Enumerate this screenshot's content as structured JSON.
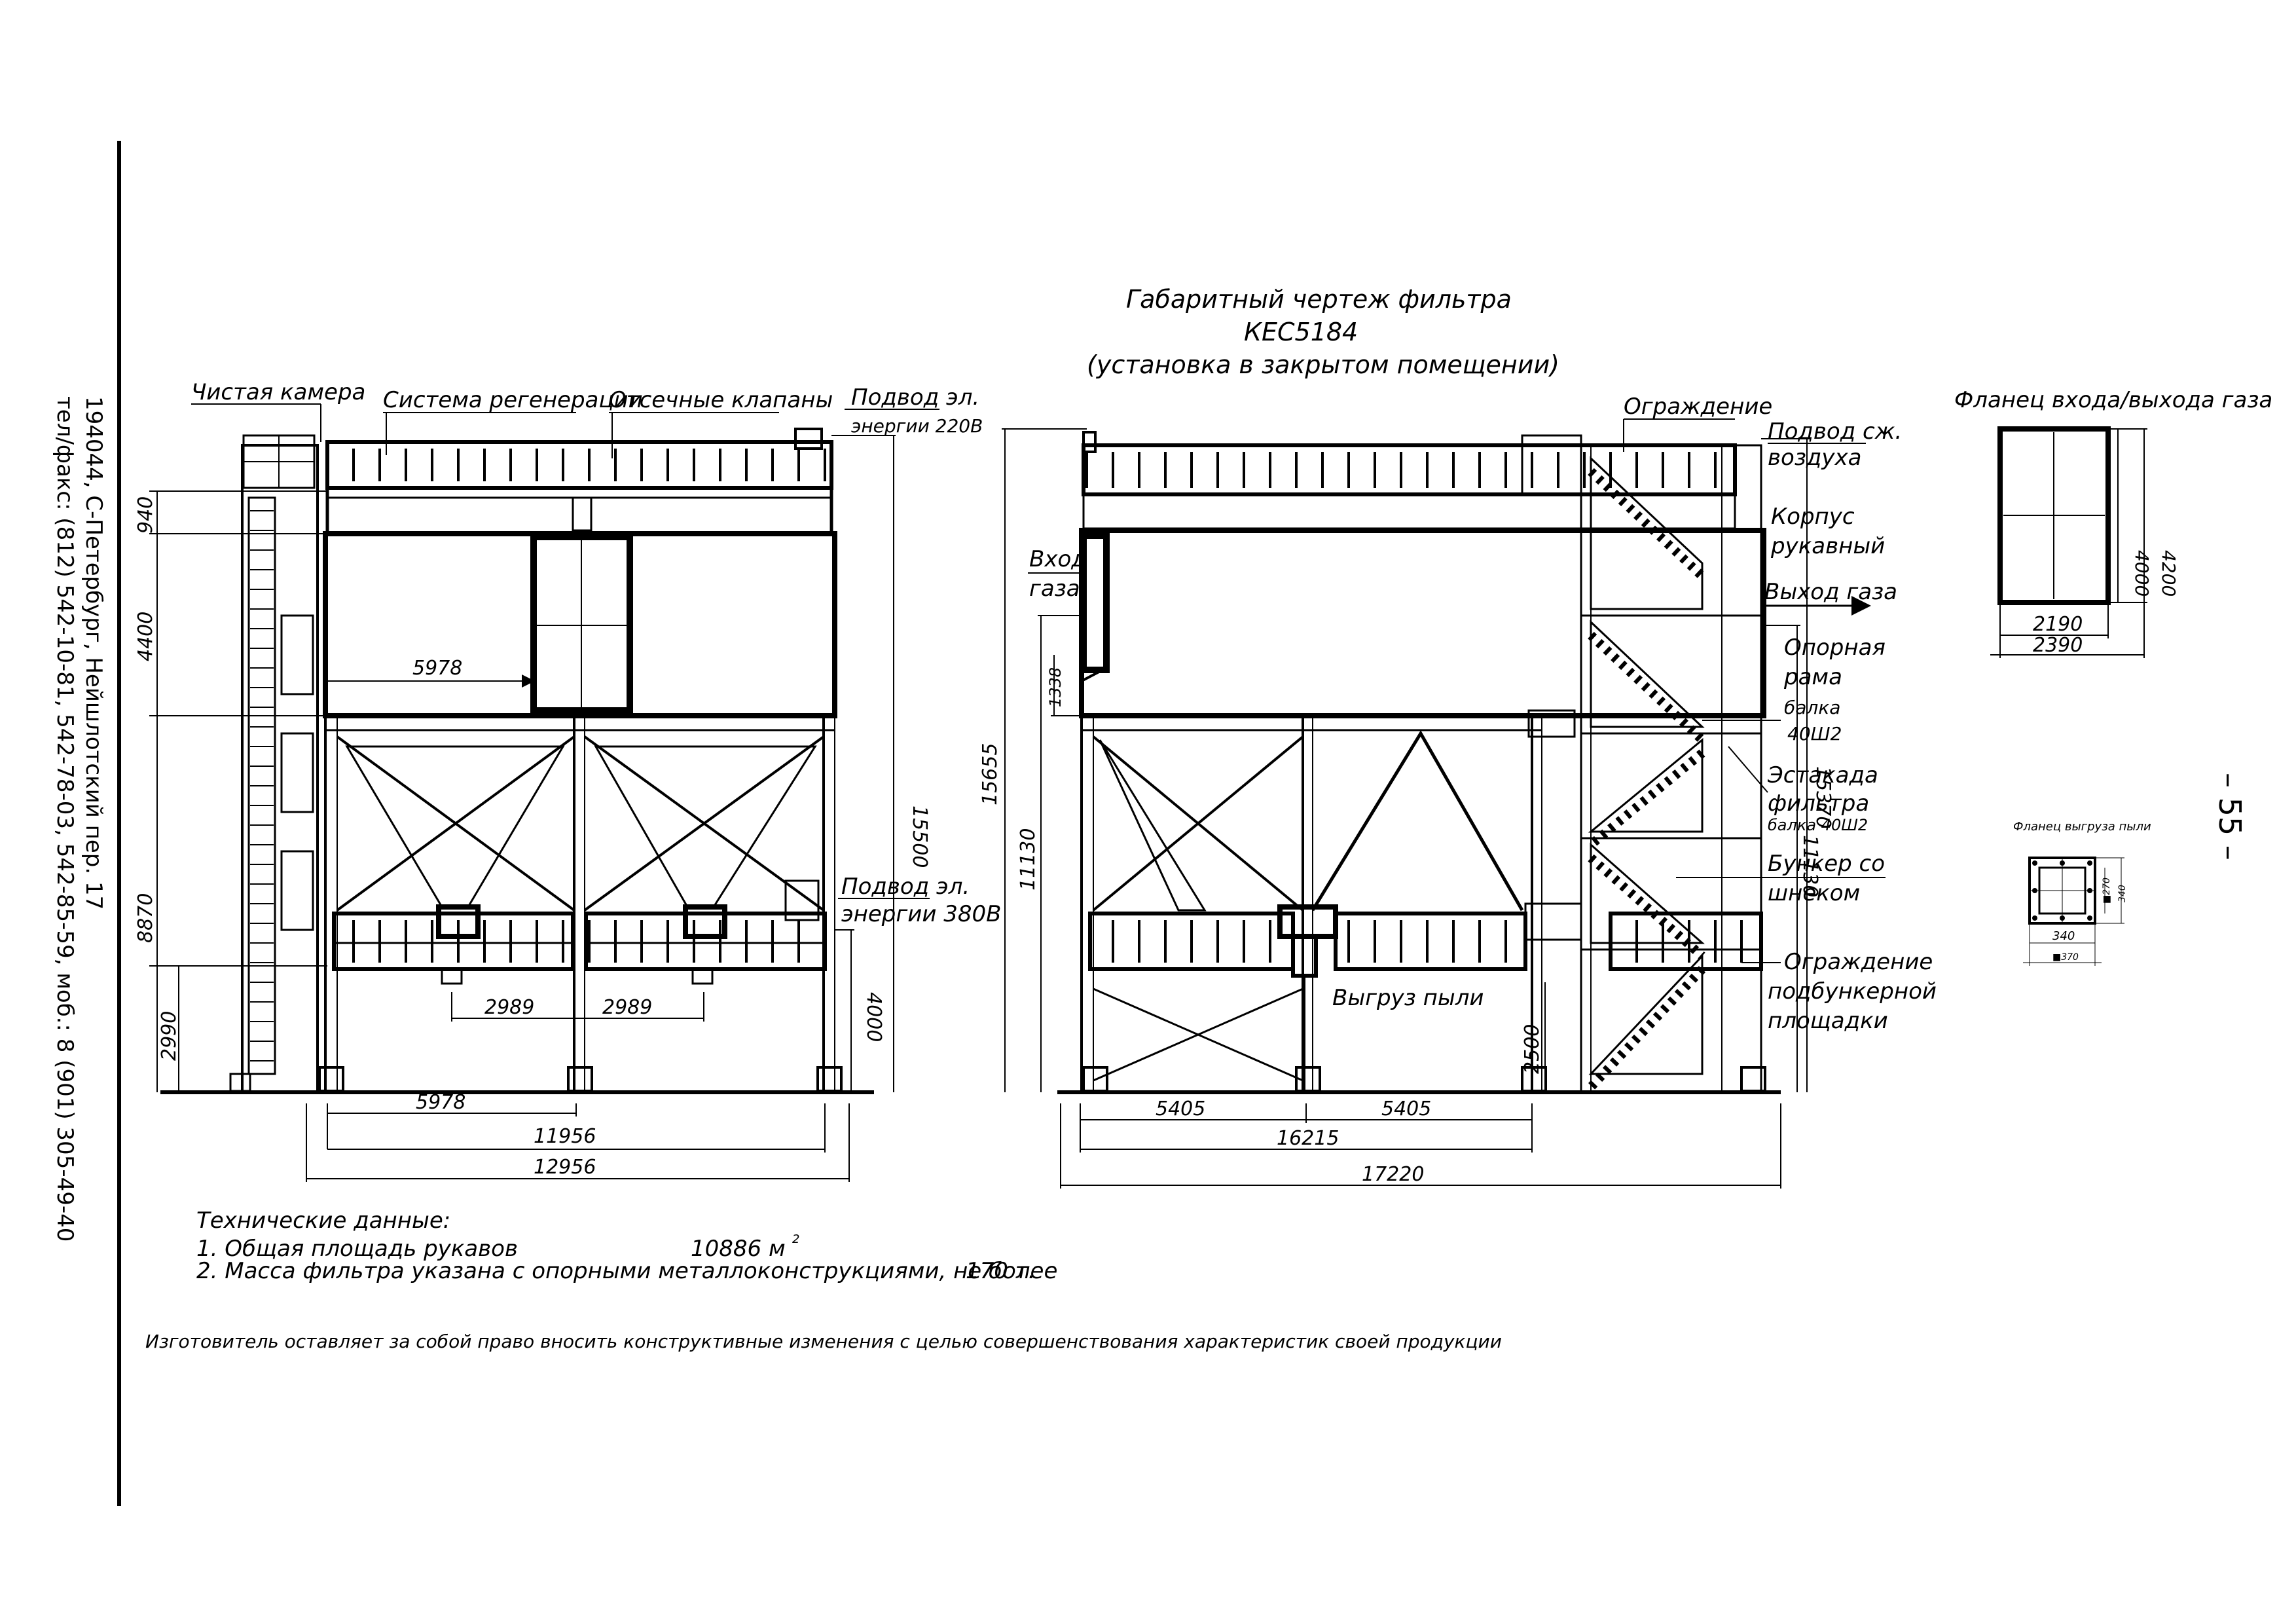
{
  "sidebar": {
    "address": "194044, С-Петербург, Нейшлотский пер. 17",
    "phones": "тел/факс: (812) 542-10-81, 542-78-03, 542-85-59, моб.: 8 (901) 305-49-40"
  },
  "page_number": "– 55 –",
  "title": {
    "line1": "Габаритный чертеж фильтра",
    "line2": "КЕС5184",
    "line3": "(установка в закрытом помещении)"
  },
  "front_view": {
    "labels": {
      "clean_chamber": "Чистая камера",
      "regen_system": "Система регенерации",
      "shutoff_valves": "Отсечные клапаны",
      "power_220_1": "Подвод эл.",
      "power_220_2": "энергии 220В",
      "power_380_1": "Подвод эл.",
      "power_380_2": "энергии 380В"
    },
    "dims": {
      "d940": "940",
      "d4400": "4400",
      "d8870": "8870",
      "d2990": "2990",
      "d5978_top": "5978",
      "d15500": "15500",
      "d2989_a": "2989",
      "d2989_b": "2989",
      "d4000": "4000",
      "d5978_bot": "5978",
      "d11956": "11956",
      "d12956": "12956"
    }
  },
  "side_view": {
    "labels": {
      "gas_in_1": "Вход",
      "gas_in_2": "газа",
      "fence_top": "Ограждение",
      "air_supply_1": "Подвод сж.",
      "air_supply_2": "воздуха",
      "housing_1": "Корпус",
      "housing_2": "рукавный",
      "gas_out": "Выход газа",
      "frame_1": "Опорная",
      "frame_2": "рама",
      "beam_1a": "балка",
      "beam_1b": "40Ш2",
      "trestle_1": "Эстакада",
      "trestle_2": "фильтра",
      "beam_2": "балка 40Ш2",
      "hopper_1": "Бункер со",
      "hopper_2": "шнеком",
      "dust_unload": "Выгруз пыли",
      "fence_low_1": "Ограждение",
      "fence_low_2": "подбункерной",
      "fence_low_3": "площадки"
    },
    "dims": {
      "d1338": "1338",
      "d15655": "15655",
      "d11130_l": "11130",
      "d11130_r": "11130",
      "d15370": "15370",
      "d2500": "2500",
      "d5405_a": "5405",
      "d5405_b": "5405",
      "d16215": "16215",
      "d17220": "17220"
    }
  },
  "flange_gas": {
    "title": "Фланец входа/выхода газа",
    "d4000": "4000",
    "d4200": "4200",
    "d2190": "2190",
    "d2390": "2390"
  },
  "flange_dust": {
    "title": "Фланец выгруза пыли",
    "d270": "■270",
    "d340_v": "340",
    "d340_h": "340",
    "d370": "■370"
  },
  "tech_data": {
    "heading": "Технические данные:",
    "item1_label": "1. Общая площадь рукавов",
    "item1_value": "10886 м",
    "item1_unit_sup": "2",
    "item2_label": "2. Масса фильтра указана с опорными металлоконструкциями, не более",
    "item2_value": "170 т."
  },
  "note": "Изготовитель оставляет за собой право вносить конструктивные изменения с целью совершенствования характеристик своей продукции"
}
